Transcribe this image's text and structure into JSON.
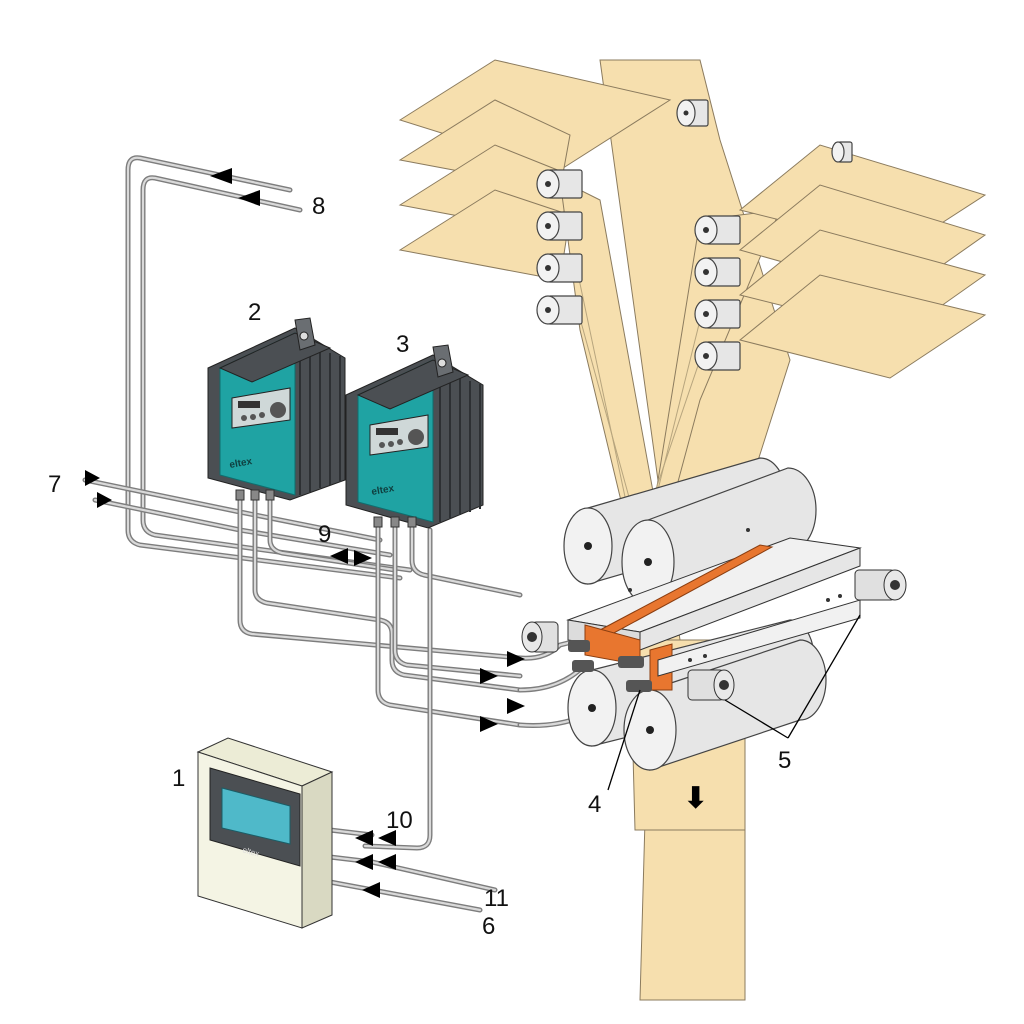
{
  "labels": {
    "hmi": "1",
    "device_a": "2",
    "device_b": "3",
    "electrode": "4",
    "sensors": "5",
    "supply_6": "6",
    "supply_7": "7",
    "supply_8": "8",
    "link_9": "9",
    "link_10": "10",
    "link_11": "11"
  },
  "brand": {
    "device_a_logo": "eltex",
    "device_b_logo": "eltex",
    "panel_logo": "eltex"
  },
  "icons": {
    "web_direction": "arrow-down-icon"
  },
  "colors": {
    "paper": "#f6dfae",
    "device_teal": "#1fa3a3",
    "device_dark": "#4b4f53",
    "electrode_orange": "#e8762f",
    "screen_blue": "#4fb9c9",
    "pipe_gray": "#7d7d7d"
  }
}
